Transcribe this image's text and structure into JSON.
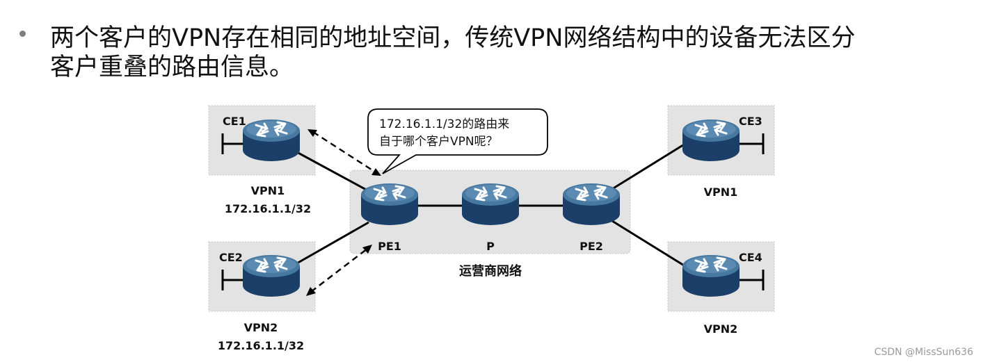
{
  "bullet": {
    "line1": "两个客户的VPN存在相同的地址空间，传统VPN网络结构中的设备无法区分",
    "line2": "客户重叠的路由信息。"
  },
  "callout": {
    "line1": "172.16.1.1/32的路由来",
    "line2": "自于哪个客户VPN呢？"
  },
  "devices": {
    "ce1": "CE1",
    "ce2": "CE2",
    "ce3": "CE3",
    "ce4": "CE4",
    "pe1": "PE1",
    "p": "P",
    "pe2": "PE2"
  },
  "sites": {
    "left_top_vpn": "VPN1",
    "left_top_prefix": "172.16.1.1/32",
    "left_bottom_vpn": "VPN2",
    "left_bottom_prefix": "172.16.1.1/32",
    "right_top_vpn": "VPN1",
    "right_bottom_vpn": "VPN2"
  },
  "provider_network_label": "运营商网络",
  "watermark": "CSDN @MissSun636",
  "colors": {
    "router_body": "#1f4a78",
    "router_top": "#4e7fb0",
    "zone_fill": "#e3e3e3",
    "zone_border": "#c4c4c4"
  }
}
